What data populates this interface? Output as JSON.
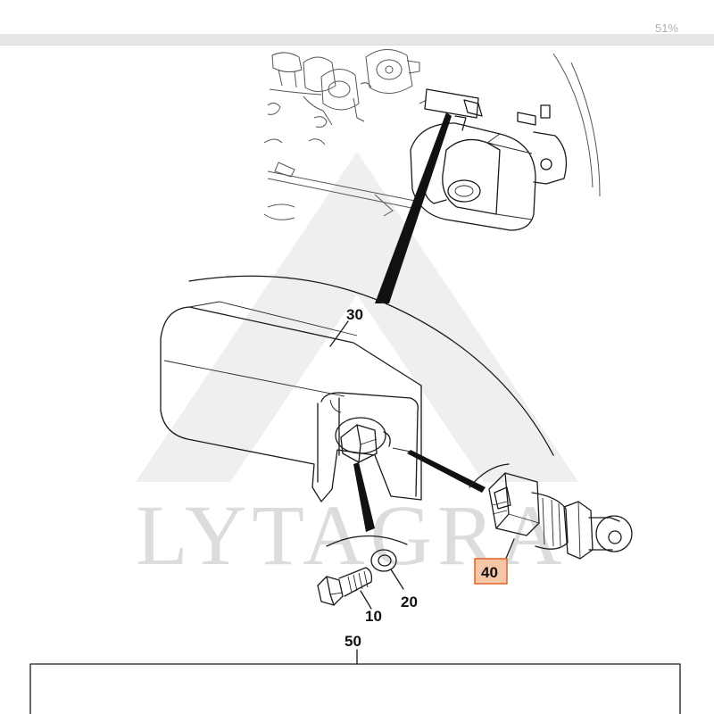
{
  "viewer": {
    "zoom_text": "51%"
  },
  "watermark": {
    "text": "LYTAGRA"
  },
  "callouts": {
    "part_10": "10",
    "part_20": "20",
    "part_30": "30",
    "part_40": "40",
    "part_50": "50"
  },
  "colors": {
    "highlight_fill": "#f6c7a6",
    "highlight_border": "#e0622a",
    "toolbar": "#e6e6e6",
    "watermark": "#dcdcdc"
  }
}
